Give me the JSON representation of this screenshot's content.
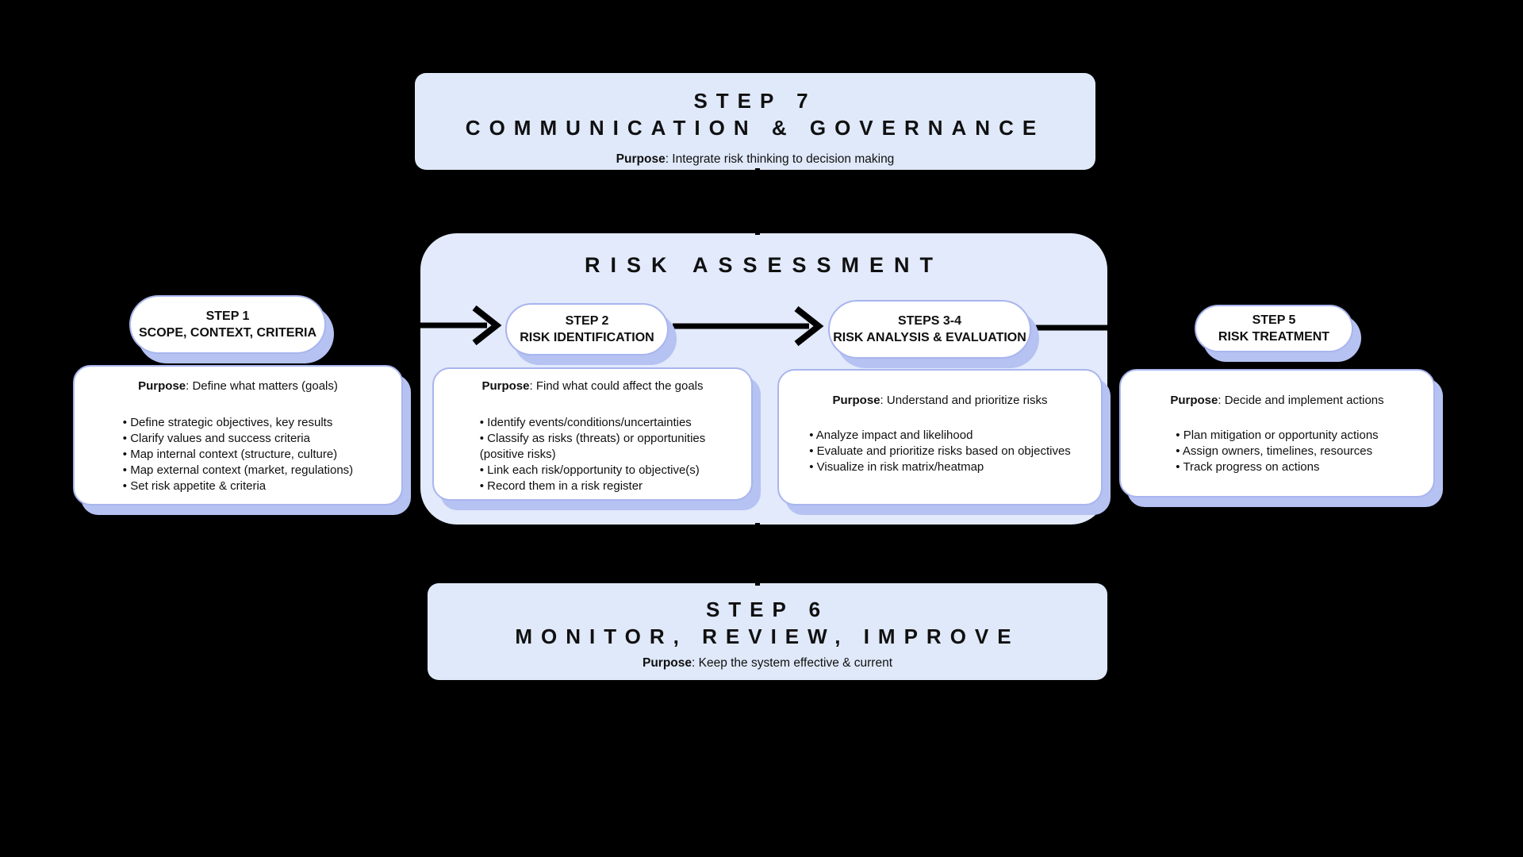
{
  "colors": {
    "background": "#000000",
    "banner_fill": "#e0e9fa",
    "risk_panel_fill": "#e2eafb",
    "card_fill": "#ffffff",
    "card_border": "#a9b5ee",
    "card_shadow": "#b5c2f2",
    "text": "#101010",
    "arrow": "#000000"
  },
  "banners": {
    "top": {
      "line1": "STEP 7",
      "line2": "COMMUNICATION & GOVERNANCE",
      "purpose_label": "Purpose",
      "purpose_text": ": Integrate risk thinking to decision making"
    },
    "bottom": {
      "line1": "STEP 6",
      "line2": "MONITOR, REVIEW, IMPROVE",
      "purpose_label": "Purpose",
      "purpose_text": ": Keep the system effective & current"
    }
  },
  "risk_assessment": {
    "title": "RISK ASSESSMENT"
  },
  "steps": [
    {
      "pill_line1": "STEP 1",
      "pill_line2": "SCOPE, CONTEXT, CRITERIA",
      "purpose_label": "Purpose",
      "purpose_text": ": Define what matters (goals)",
      "bullets": [
        "• Define strategic objectives, key results",
        "• Clarify values and success criteria",
        "• Map internal context (structure, culture)",
        "• Map external context (market, regulations)",
        "• Set risk appetite & criteria"
      ]
    },
    {
      "pill_line1": "STEP 2",
      "pill_line2": "RISK IDENTIFICATION",
      "purpose_label": "Purpose",
      "purpose_text": ": Find what could affect the goals",
      "bullets": [
        "• Identify events/conditions/uncertainties",
        "• Classify as risks (threats) or opportunities",
        "(positive risks)",
        "• Link each risk/opportunity to objective(s)",
        "• Record them in a risk register"
      ]
    },
    {
      "pill_line1": "STEPS 3-4",
      "pill_line2": "RISK ANALYSIS & EVALUATION",
      "purpose_label": "Purpose",
      "purpose_text": ": Understand and prioritize risks",
      "bullets": [
        "• Analyze impact and likelihood",
        "• Evaluate and prioritize risks based on objectives",
        "• Visualize in risk matrix/heatmap"
      ]
    },
    {
      "pill_line1": "STEP 5",
      "pill_line2": "RISK TREATMENT",
      "purpose_label": "Purpose",
      "purpose_text": ": Decide and implement actions",
      "bullets": [
        "• Plan mitigation or opportunity actions",
        "• Assign owners, timelines, resources",
        "• Track progress on actions"
      ]
    }
  ]
}
